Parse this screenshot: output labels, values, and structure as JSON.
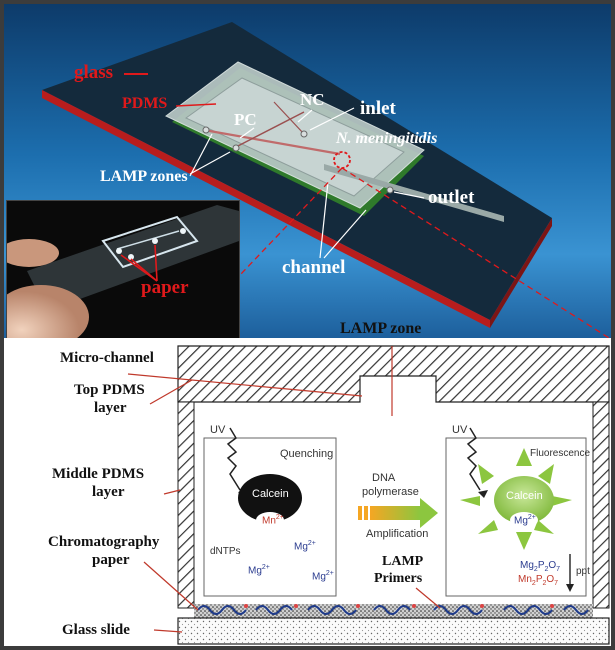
{
  "device": {
    "glass": "glass",
    "pdms": "PDMS",
    "pc": "PC",
    "nc": "NC",
    "inlet": "inlet",
    "pathogen": "N. meningitidis",
    "lamp_zones": "LAMP zones",
    "outlet": "outlet",
    "channel": "channel"
  },
  "photo": {
    "paper": "paper"
  },
  "cross_section": {
    "lamp_zone": "LAMP zone",
    "micro_channel": "Micro-channel",
    "top_pdms_1": "Top PDMS",
    "top_pdms_2": "layer",
    "middle_pdms_1": "Middle PDMS",
    "middle_pdms_2": "layer",
    "chromatography_1": "Chromatography",
    "chromatography_2": "paper",
    "glass_slide": "Glass slide",
    "lamp_primers_1": "LAMP",
    "lamp_primers_2": "Primers"
  },
  "left_panel": {
    "uv": "UV",
    "quenching": "Quenching",
    "calcein": "Calcein",
    "mn": "Mn",
    "mn_sup": "2+",
    "dntps": "dNTPs",
    "mg": "Mg",
    "mg_sup": "2+"
  },
  "middle": {
    "dna": "DNA",
    "polymerase": "polymerase",
    "amplification": "Amplification"
  },
  "right_panel": {
    "uv": "UV",
    "fluorescence": "Fluorescence",
    "calcein": "Calcein",
    "mg": "Mg",
    "mg_sup": "2+",
    "mg2p2o7_a": "Mg",
    "sub2": "2",
    "p": "P",
    "o": "O",
    "sub7": "7",
    "mn2p2o7_a": "Mn",
    "ppt": "ppt"
  },
  "colors": {
    "red_label": "#e0191b",
    "slide_red": "#b81d1d",
    "blue_ion": "#2b3c8f",
    "green_calcein": "#8cc63f",
    "mn_red": "#c0392b"
  }
}
